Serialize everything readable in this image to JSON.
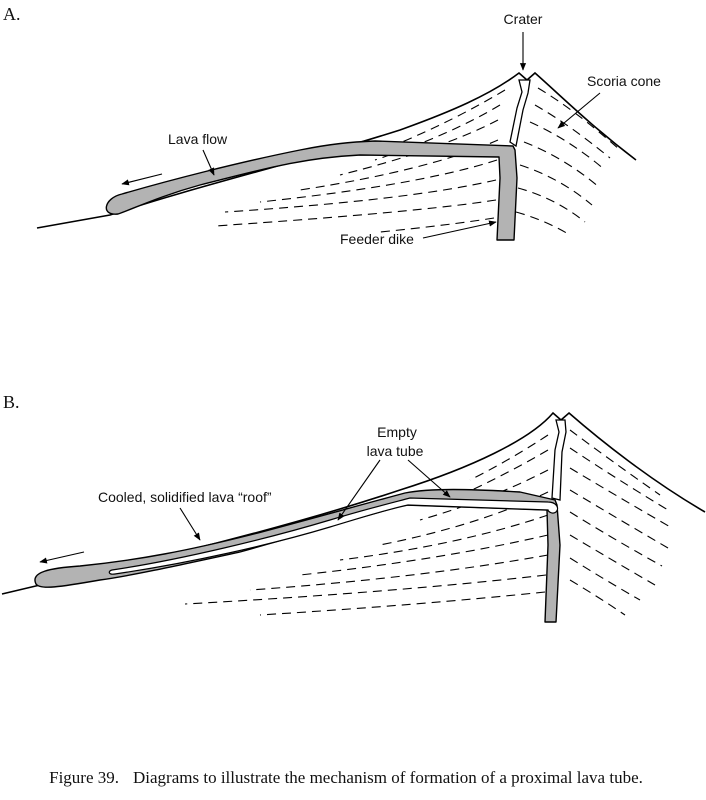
{
  "panel_a": {
    "letter": "A.",
    "labels": {
      "crater": "Crater",
      "scoria_cone": "Scoria cone",
      "lava_flow": "Lava flow",
      "feeder_dike": "Feeder dike"
    }
  },
  "panel_b": {
    "letter": "B.",
    "labels": {
      "empty_tube_line1": "Empty",
      "empty_tube_line2": "lava tube",
      "roof": "Cooled, solidified lava “roof”"
    }
  },
  "caption": {
    "number": "Figure 39.",
    "text": "Diagrams to illustrate the mechanism of formation of a proximal lava tube."
  }
}
